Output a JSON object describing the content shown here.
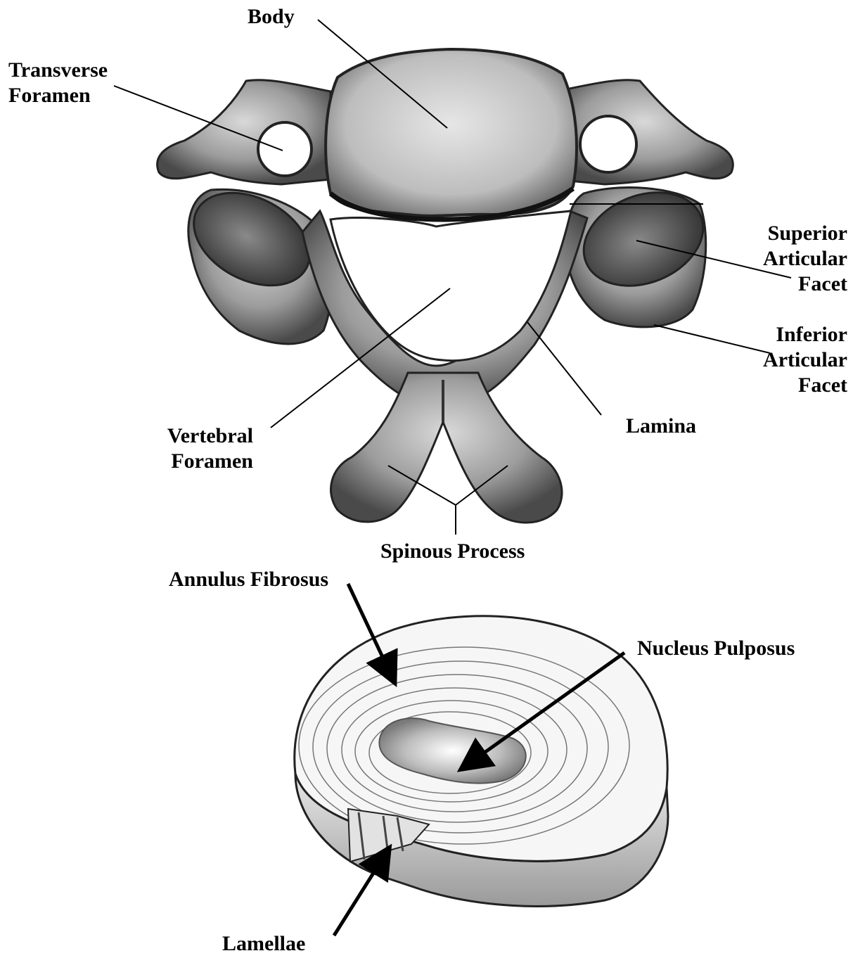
{
  "vertebra": {
    "labels": {
      "body": "Body",
      "transverse_foramen": [
        "Transverse",
        "Foramen"
      ],
      "superior_articular_facet": [
        "Superior",
        "Articular",
        "Facet"
      ],
      "inferior_articular_facet": [
        "Inferior",
        "Articular",
        "Facet"
      ],
      "lamina": "Lamina",
      "vertebral_foramen": [
        "Vertebral",
        "Foramen"
      ],
      "spinous_process": "Spinous Process"
    }
  },
  "disc": {
    "labels": {
      "annulus_fibrosus": "Annulus Fibrosus",
      "nucleus_pulposus": "Nucleus Pulposus",
      "lamellae": "Lamellae"
    }
  },
  "colors": {
    "ink": "#000000",
    "bone_shadow": "#3a3a3a",
    "bone_mid": "#8a8a8a",
    "bone_light": "#cfcfcf",
    "disc_fill": "#f4f4f4"
  }
}
